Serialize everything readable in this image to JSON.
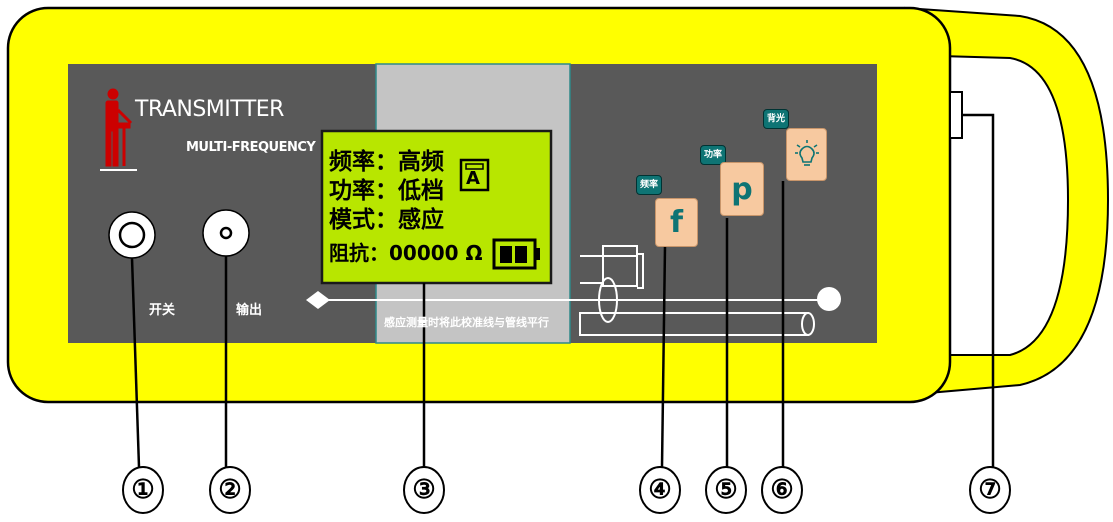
{
  "device": {
    "brand_title": "TRANSMITTER",
    "brand_subtitle": "MULTI-FREQUENCY"
  },
  "jacks": {
    "power_label": "开关",
    "output_label": "输出"
  },
  "lcd": {
    "freq_line": "频率：高频",
    "power_line": "功率：低档",
    "mode_line": "模式：感应",
    "impedance_line": "阻抗：00000 Ω",
    "mode_indicator": "A"
  },
  "alignment_note": "感应测量时将此校准线与管线平行",
  "keys": {
    "freq": {
      "tag": "频率",
      "symbol": "f"
    },
    "power": {
      "tag": "功率",
      "symbol": "p"
    },
    "backlight": {
      "tag": "背光",
      "icon": "lightbulb-icon"
    }
  },
  "callouts": [
    "①",
    "②",
    "③",
    "④",
    "⑤",
    "⑥",
    "⑦"
  ],
  "colors": {
    "body": "#ffff00",
    "panel": "#595959",
    "lcd": "#b8e600",
    "window": "#c4c4c4",
    "key_face": "#f7c9a0",
    "key_tag": "#0e7474",
    "logo": "#cc0000"
  }
}
